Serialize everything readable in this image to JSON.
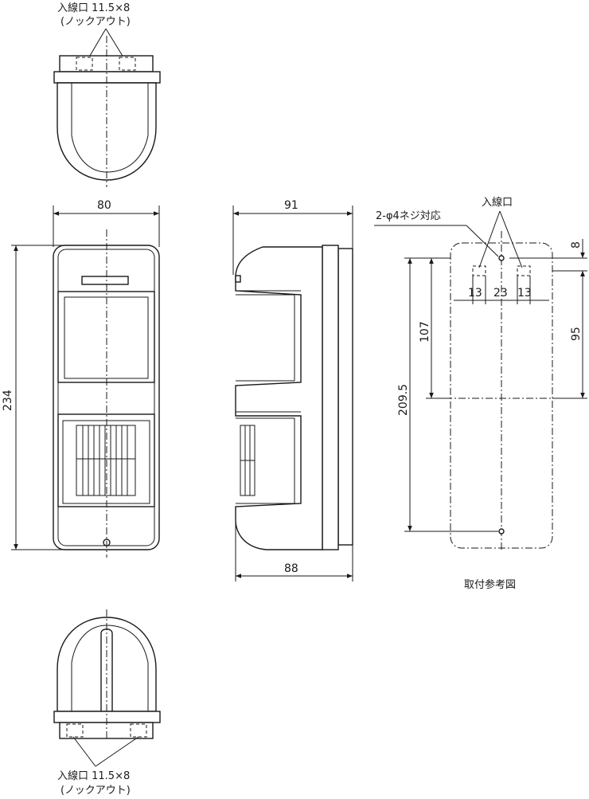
{
  "labels": {
    "top_entry": "入線口 11.5×8",
    "top_knockout": "(ノックアウト)",
    "bottom_entry": "入線口 11.5×8",
    "bottom_knockout": "(ノックアウト)",
    "mount_entry": "入線口",
    "screw": "2-φ4ネジ対応",
    "mount_caption": "取付参考図"
  },
  "dimensions": {
    "front_width": "80",
    "front_height": "234",
    "side_depth_top": "91",
    "side_depth_bottom": "88",
    "mount_offset_top": "8",
    "hole_spacing_left": "13",
    "hole_spacing_center": "23",
    "hole_spacing_right": "13",
    "mount_107": "107",
    "mount_95": "95",
    "mount_total": "209.5"
  }
}
